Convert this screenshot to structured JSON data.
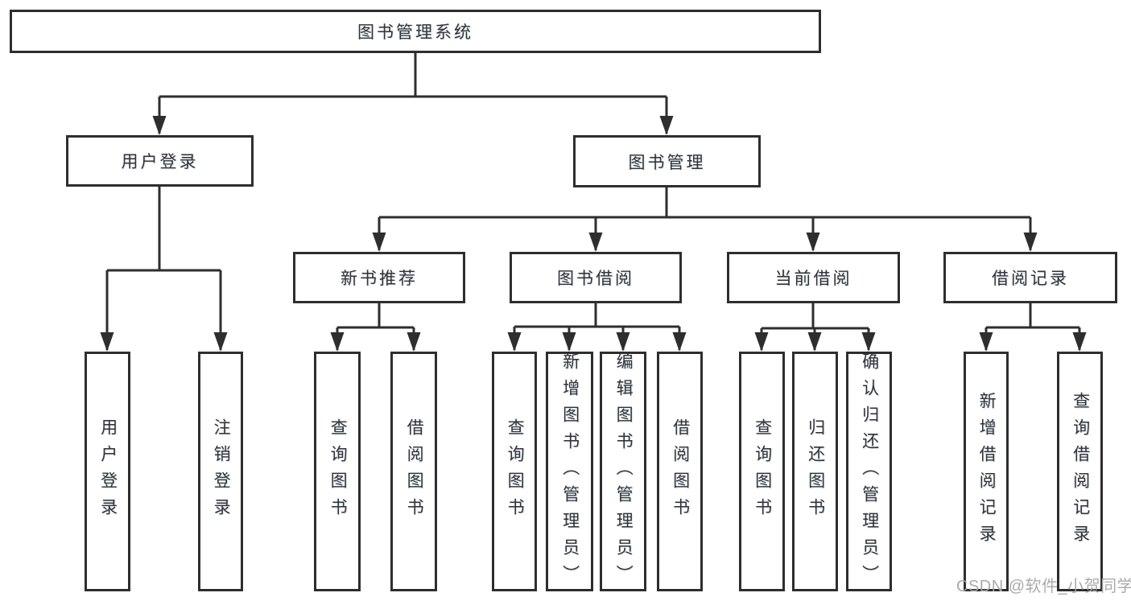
{
  "diagram": {
    "tree": {
      "root": {
        "label": "图书管理系统"
      },
      "level2": [
        {
          "label": "用户登录",
          "leaves": [
            {
              "label": "用户登录"
            },
            {
              "label": "注销登录"
            }
          ]
        },
        {
          "label": "图书管理",
          "children": [
            {
              "label": "新书推荐",
              "leaves": [
                {
                  "label": "查询图书"
                },
                {
                  "label": "借阅图书"
                }
              ]
            },
            {
              "label": "图书借阅",
              "leaves": [
                {
                  "label": "查询图书"
                },
                {
                  "label": "新增图书（管理员）"
                },
                {
                  "label": "编辑图书（管理员）"
                },
                {
                  "label": "借阅图书"
                }
              ]
            },
            {
              "label": "当前借阅",
              "leaves": [
                {
                  "label": "查询图书"
                },
                {
                  "label": "归还图书"
                },
                {
                  "label": "确认归还（管理员）"
                }
              ]
            },
            {
              "label": "借阅记录",
              "leaves": [
                {
                  "label": "新增借阅记录"
                },
                {
                  "label": "查询借阅记录"
                }
              ]
            }
          ]
        }
      ]
    },
    "watermark": {
      "text": "CSDN @软件_小贺同学"
    },
    "colors": {
      "line": "#2e2e2e",
      "text": "#333333",
      "background": "#ffffff",
      "watermark": "#a5a5a5"
    }
  }
}
